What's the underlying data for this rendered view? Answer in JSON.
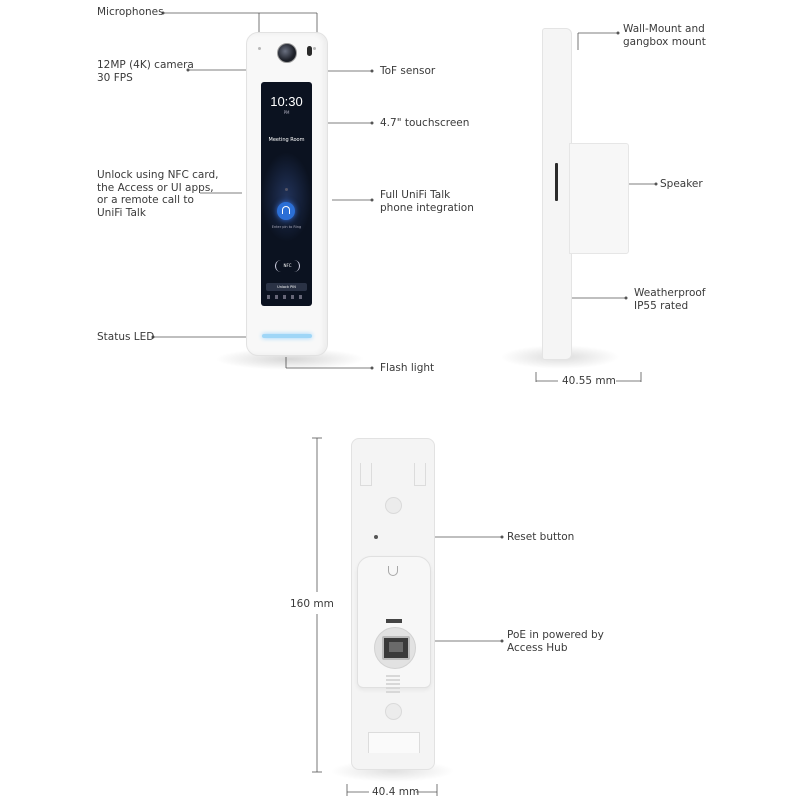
{
  "callouts": {
    "microphones": "Microphones",
    "camera": "12MP (4K) camera\n30 FPS",
    "tof": "ToF sensor",
    "touchscreen": "4.7\" touchscreen",
    "unlock": "Unlock using NFC card,\nthe Access or UI apps,\nor a remote call to\nUniFi Talk",
    "talk": "Full UniFi Talk\nphone integration",
    "status_led": "Status LED",
    "flash": "Flash light",
    "wallmount": "Wall-Mount and\ngangbox mount",
    "speaker": "Speaker",
    "weatherproof": "Weatherproof\nIP55 rated",
    "reset": "Reset button",
    "poe": "PoE in powered by\nAccess Hub"
  },
  "dimensions": {
    "depth": "40.55 mm",
    "height": "160 mm",
    "width": "40.4 mm"
  },
  "screen": {
    "time": "10:30",
    "ampm": "PM",
    "room": "Meeting Room",
    "ring_hint": "Enter pin to Ring",
    "nfc": "NFC",
    "unlock_button": "Unlock PIN"
  },
  "colors": {
    "device": "#f7f7f7",
    "screen": "#0b1220",
    "accent": "#2b6fd6",
    "led": "#9fd6f7"
  }
}
